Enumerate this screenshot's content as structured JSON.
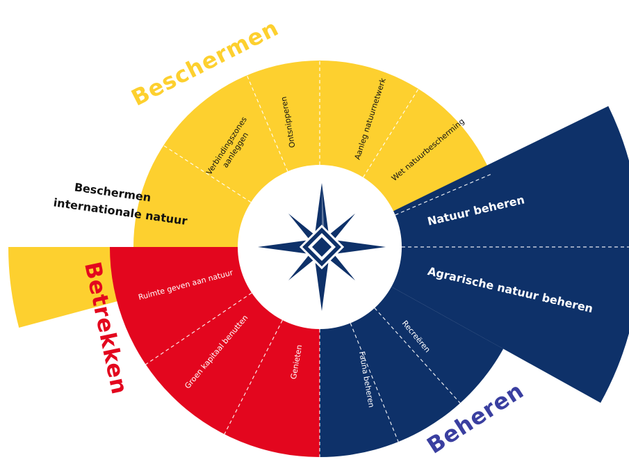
{
  "colors": {
    "yellow": "#FDD02F",
    "red": "#E3061E",
    "navy": "#0E3169",
    "white": "#FFFFFF",
    "dark_text": "#111111"
  },
  "groups": {
    "beschermen": "Beschermen",
    "betrekken": "Betrekken",
    "beheren": "Beheren"
  },
  "segments": {
    "verbindingszones": [
      "Verbindingszones",
      "aanleggen"
    ],
    "ontsnipperen": "Ontsnipperen",
    "aanleg_natuurnetwerk": "Aanleg natuurnetwerk",
    "wet_natuurbescherming": "Wet natuurbescherming",
    "beschermen_internationale": [
      "Beschermen",
      "internationale natuur"
    ],
    "natuur_beheren": "Natuur beheren",
    "agrarische_natuur_beheren": "Agrarische natuur beheren",
    "recreeren": "Recreëren",
    "fauna_beheren": "Fauna beheren",
    "genieten": "Genieten",
    "groen_kapitaal": "Groen kapitaal benutten",
    "ruimte_geven": "Ruimte geven aan natuur"
  },
  "center_icon": "compass-rose-icon"
}
